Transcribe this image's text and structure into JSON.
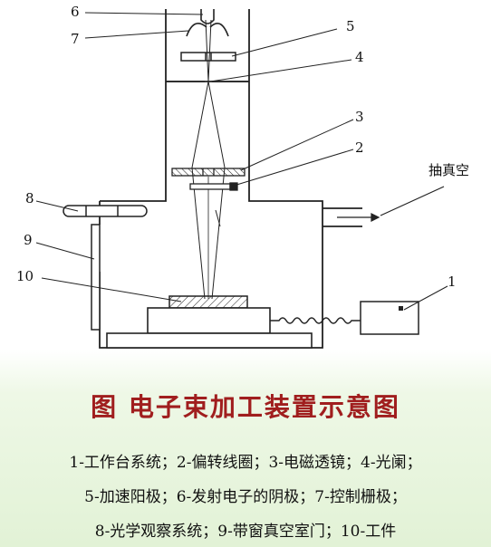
{
  "diagram": {
    "callouts": [
      "6",
      "7",
      "5",
      "4",
      "3",
      "2",
      "8",
      "9",
      "10",
      "1"
    ],
    "vacuum_label": "抽真空"
  },
  "caption": {
    "title": "图 电子束加工装置示意图",
    "legend_lines": [
      "1-工作台系统；2-偏转线圈；3-电磁透镜；4-光阑；",
      "5-加速阳极；6-发射电子的阴极；7-控制栅极；",
      "8-光学观察系统；9-带窗真空室门；10-工件"
    ]
  }
}
